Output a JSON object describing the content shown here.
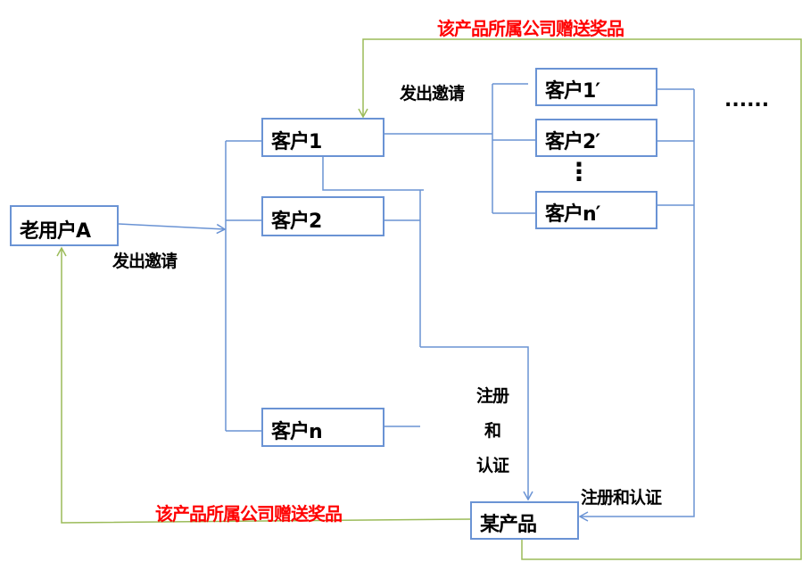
{
  "nodes": {
    "old_user": "老用户A",
    "customer_1": "客户1",
    "customer_2": "客户2",
    "customer_n": "客户n",
    "customer_1p": "客户1′",
    "customer_2p": "客户2′",
    "customer_np": "客户n′",
    "product": "某产品"
  },
  "labels": {
    "invite_left": "发出邀请",
    "invite_top": "发出邀请",
    "reward_top": "该产品所属公司赠送奖品",
    "reward_bottom": "该产品所属公司赠送奖品",
    "register_vertical": [
      "注册",
      "和",
      "认证"
    ],
    "register_right": "注册和认证",
    "ellipsis_h": "......",
    "ellipsis_v": "⋮"
  },
  "colors": {
    "flow": "#6a93d4",
    "reward": "#9bbb59",
    "reward_text": "#ff0000"
  }
}
